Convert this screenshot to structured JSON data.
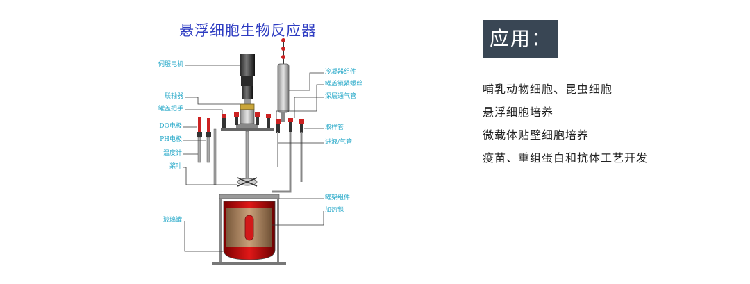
{
  "diagram": {
    "title": "悬浮细胞生物反应器",
    "labels": {
      "servo_motor": "伺服电机",
      "coupling": "联轴器",
      "lid_handle": "罐盖把手",
      "do_electrode": "DO电极",
      "ph_electrode": "PH电极",
      "thermometer": "温度计",
      "impeller": "桨叶",
      "glass_vessel": "玻璃罐",
      "condenser": "冷凝器组件",
      "lid_nut": "罐盖锁紧螺丝",
      "deep_gas_pipe": "深层通气管",
      "sampling_pipe": "取样管",
      "feed_pipe": "进液/气管",
      "stand": "罐架组件",
      "heating_jacket": "加热毯"
    }
  },
  "applications": {
    "heading": "应用：",
    "items": [
      "哺乳动物细胞、昆虫细胞",
      "悬浮细胞培养",
      "微载体贴壁细胞培养",
      "疫苗、重组蛋白和抗体工艺开发"
    ]
  }
}
